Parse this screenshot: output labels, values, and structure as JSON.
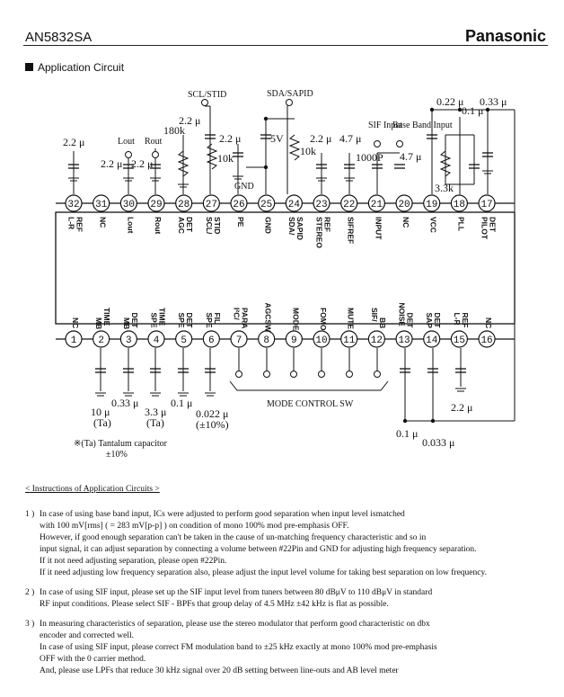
{
  "header": {
    "part": "AN5832SA",
    "brand": "Panasonic"
  },
  "section_title": "Application Circuit",
  "pins_top": [
    {
      "num": "32",
      "label": "L-R REF"
    },
    {
      "num": "31",
      "label": "NC"
    },
    {
      "num": "30",
      "label": "Lout"
    },
    {
      "num": "29",
      "label": "Rout"
    },
    {
      "num": "28",
      "label": "AGC DET"
    },
    {
      "num": "27",
      "label": "SCL/ STID"
    },
    {
      "num": "26",
      "label": "PE"
    },
    {
      "num": "25",
      "label": "GND"
    },
    {
      "num": "24",
      "label": "SDA/ SAPID"
    },
    {
      "num": "23",
      "label": "STEREO REF"
    },
    {
      "num": "22",
      "label": "SIFREF"
    },
    {
      "num": "21",
      "label": "INPUT"
    },
    {
      "num": "20",
      "label": "NC"
    },
    {
      "num": "19",
      "label": "VCC"
    },
    {
      "num": "18",
      "label": "PLL"
    },
    {
      "num": "17",
      "label": "PILOT DET"
    }
  ],
  "pins_bottom": [
    {
      "num": "1",
      "label": "NC"
    },
    {
      "num": "2",
      "label": "MB TIME"
    },
    {
      "num": "3",
      "label": "MB DET"
    },
    {
      "num": "4",
      "label": "SPE TIME"
    },
    {
      "num": "5",
      "label": "SPE DET"
    },
    {
      "num": "6",
      "label": "SPE FIL"
    },
    {
      "num": "7",
      "label": "I²C/ PARA"
    },
    {
      "num": "8",
      "label": "AGCSW"
    },
    {
      "num": "9",
      "label": "MODE"
    },
    {
      "num": "10",
      "label": "FOMO"
    },
    {
      "num": "11",
      "label": "MUTE"
    },
    {
      "num": "12",
      "label": "SIF/ BB"
    },
    {
      "num": "13",
      "label": "NOISE DET"
    },
    {
      "num": "14",
      "label": "SAP DET"
    },
    {
      "num": "15",
      "label": "L-R REF"
    },
    {
      "num": "16",
      "label": "NC"
    }
  ],
  "components": {
    "c32": "2.2 μ",
    "c30": "2.2 μ",
    "c29": "2.2 μ",
    "r28": "180k",
    "c27": "2.2 μ",
    "c26": "2.2 μ",
    "vr26": "10k",
    "gnd": "GND",
    "v5": "5V",
    "vr24": "10k",
    "c23": "2.2 μ",
    "c22": "4.7 μ",
    "c21": "1000P",
    "c21b": "4.7 μ",
    "c19": "0.22 μ",
    "c18": "0.1 μ",
    "c17": "0.33 μ",
    "r18": "3.3k",
    "lout": "Lout",
    "rout": "Rout",
    "scl": "SCL/STID",
    "sda": "SDA/SAPID",
    "sif_in": "SIF Input",
    "bb_in": "Base Band Input",
    "c2": "10 μ",
    "c2t": "(Ta)",
    "c3": "0.33 μ",
    "c4": "3.3 μ",
    "c4t": "(Ta)",
    "c5": "0.1 μ",
    "c6": "0.022 μ",
    "c6t": "(±10%)",
    "c13": "0.1 μ",
    "c14": "0.033 μ",
    "c15": "2.2 μ",
    "mode_ctrl": "MODE CONTROL SW",
    "note1": "※(Ta) Tantalum capacitor",
    "note2": "±10%"
  },
  "instructions": {
    "title": "< Instructions of Application Circuits >",
    "items": [
      {
        "num": "1 )",
        "lines": [
          "In case of using base band input, ICs were adjusted to perform good separation when input level ismatched",
          "with 100 mV[rms] ( = 283 mV[p-p] ) on condition of mono 100% mod pre-emphasis OFF.",
          "However, if good enough separation can't be taken in the cause of un-matching frequency characteristic and so in",
          "input signal, it can adjust separation by connecting a volume between #22Pin and GND for adjusting high frequency separation.",
          "If it not need adjusting separation, please open #22Pin.",
          "If it need adjusting low frequency separation also, please adjust the input level volume for taking best separation on low frequency."
        ]
      },
      {
        "num": "2 )",
        "lines": [
          "In case of using SIF input, please set up the SIF input level from tuners between 80 dBμV to 110 dBμV in standard",
          "RF input conditions. Please select SIF - BPFs that group delay of 4.5 MHz ±42 kHz is flat as possible."
        ]
      },
      {
        "num": "3 )",
        "lines": [
          "In measuring characteristics of separation, please use the stereo modulator that perform good characteristic on dbx",
          "encoder and corrected well.",
          "In case of using SIF input, please correct FM modulation band to ±25 kHz exactly at mono 100% mod pre-emphasis",
          "OFF with the 0 carrier method.",
          "And, please use LPFs that reduce 30 kHz signal over 20 dB setting between line-outs and AB level meter"
        ]
      }
    ]
  }
}
